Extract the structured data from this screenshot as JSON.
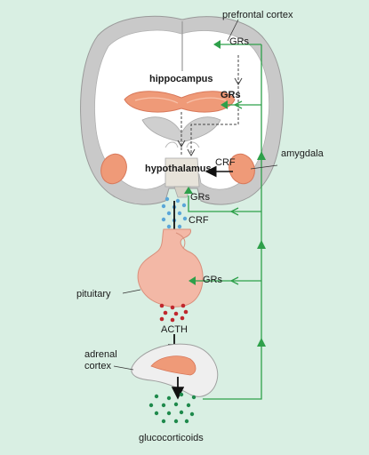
{
  "labels": {
    "prefrontal_cortex": "prefrontal cortex",
    "hippocampus": "hippocampus",
    "amygdala": "amygdala",
    "hypothalamus": "hypothalamus",
    "crf_top": "CRF",
    "crf_bottom": "CRF",
    "grs_cortex": "GRs",
    "grs_hippocampus": "GRs",
    "grs_hypothalamus": "GRs",
    "grs_pituitary": "GRs",
    "pituitary": "pituitary",
    "acth": "ACTH",
    "adrenal_line1": "adrenal",
    "adrenal_line2": "cortex",
    "glucocorticoids": "glucocorticoids"
  },
  "colors": {
    "background": "#d9efe3",
    "feedback_line": "#2ea04a",
    "brain_outer": "#c9c9c9",
    "brain_white": "#ffffff",
    "structure_orange": "#ef9a78",
    "pituitary_fill": "#f3b8a6",
    "crf_dots": "#5aa6d8",
    "acth_dots": "#c0272d",
    "gluco_dots": "#1f8a4c"
  }
}
